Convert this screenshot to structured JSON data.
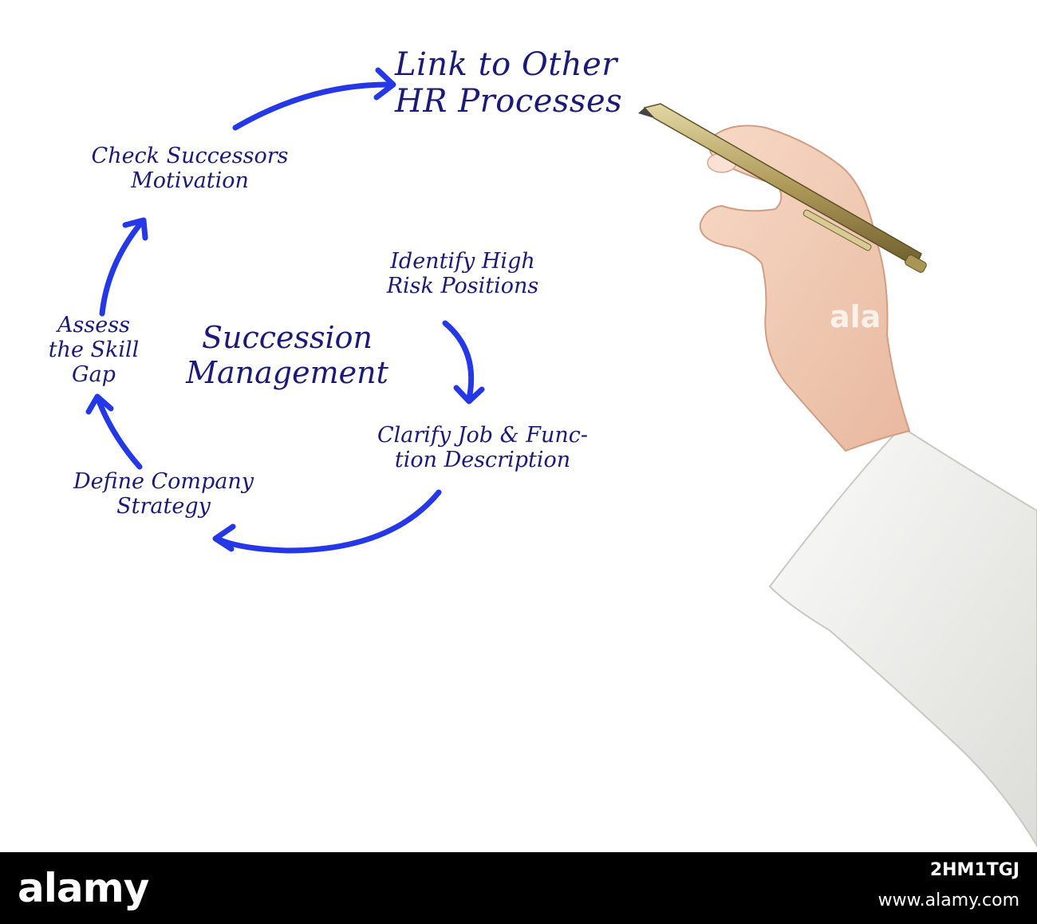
{
  "diagram": {
    "title": [
      "Link to Other",
      "HR Processes"
    ],
    "center": [
      "Succession",
      "Management"
    ],
    "nodes": {
      "check": [
        "Check Successors",
        "Motivation"
      ],
      "identify": [
        "Identify High",
        "Risk Positions"
      ],
      "clarify": [
        "Clarify Job & Func-",
        "tion Description"
      ],
      "define": [
        "Define Company",
        "Strategy"
      ],
      "assess": [
        "Assess",
        "the Skill",
        "Gap"
      ]
    },
    "colors": {
      "arrow": "#2438e8",
      "text": "#1a1a7a",
      "pen_body": "#b8a66a",
      "skin": "#f3cdb8",
      "sleeve": "#f2f2f0"
    }
  },
  "footer": {
    "brand": "alamy",
    "image_id": "2HM1TGJ",
    "url": "www.alamy.com",
    "watermark": "ala"
  }
}
